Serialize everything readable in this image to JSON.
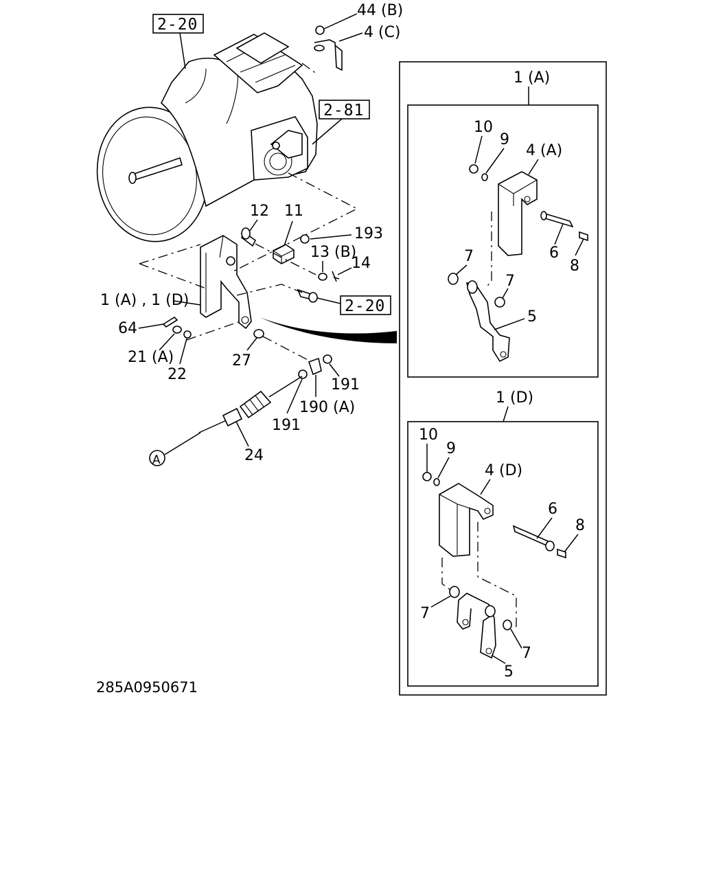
{
  "refs": {
    "ref_top": "2-20",
    "ref_right": "2-81",
    "ref_mid": "2-20"
  },
  "labels": {
    "l44b": "44 (B)",
    "l4c": "4 (C)",
    "l12": "12",
    "l11": "11",
    "l193": "193",
    "l13b": "13 (B)",
    "l14": "14",
    "l1a1d": "1 (A) , 1 (D)",
    "l64": "64",
    "l21a": "21 (A)",
    "l22": "22",
    "l27": "27",
    "l191a": "191",
    "l190a": "190 (A)",
    "l191b": "191",
    "l24": "24",
    "circle_a": "A"
  },
  "detail_a": {
    "title": "1 (A)",
    "l10": "10",
    "l9": "9",
    "l4a": "4 (A)",
    "l6": "6",
    "l8": "8",
    "l7a": "7",
    "l7b": "7",
    "l5": "5"
  },
  "detail_d": {
    "title": "1 (D)",
    "l10": "10",
    "l9": "9",
    "l4d": "4 (D)",
    "l6": "6",
    "l8": "8",
    "l7a": "7",
    "l7b": "7",
    "l5": "5"
  },
  "drawing_code": "285A0950671"
}
